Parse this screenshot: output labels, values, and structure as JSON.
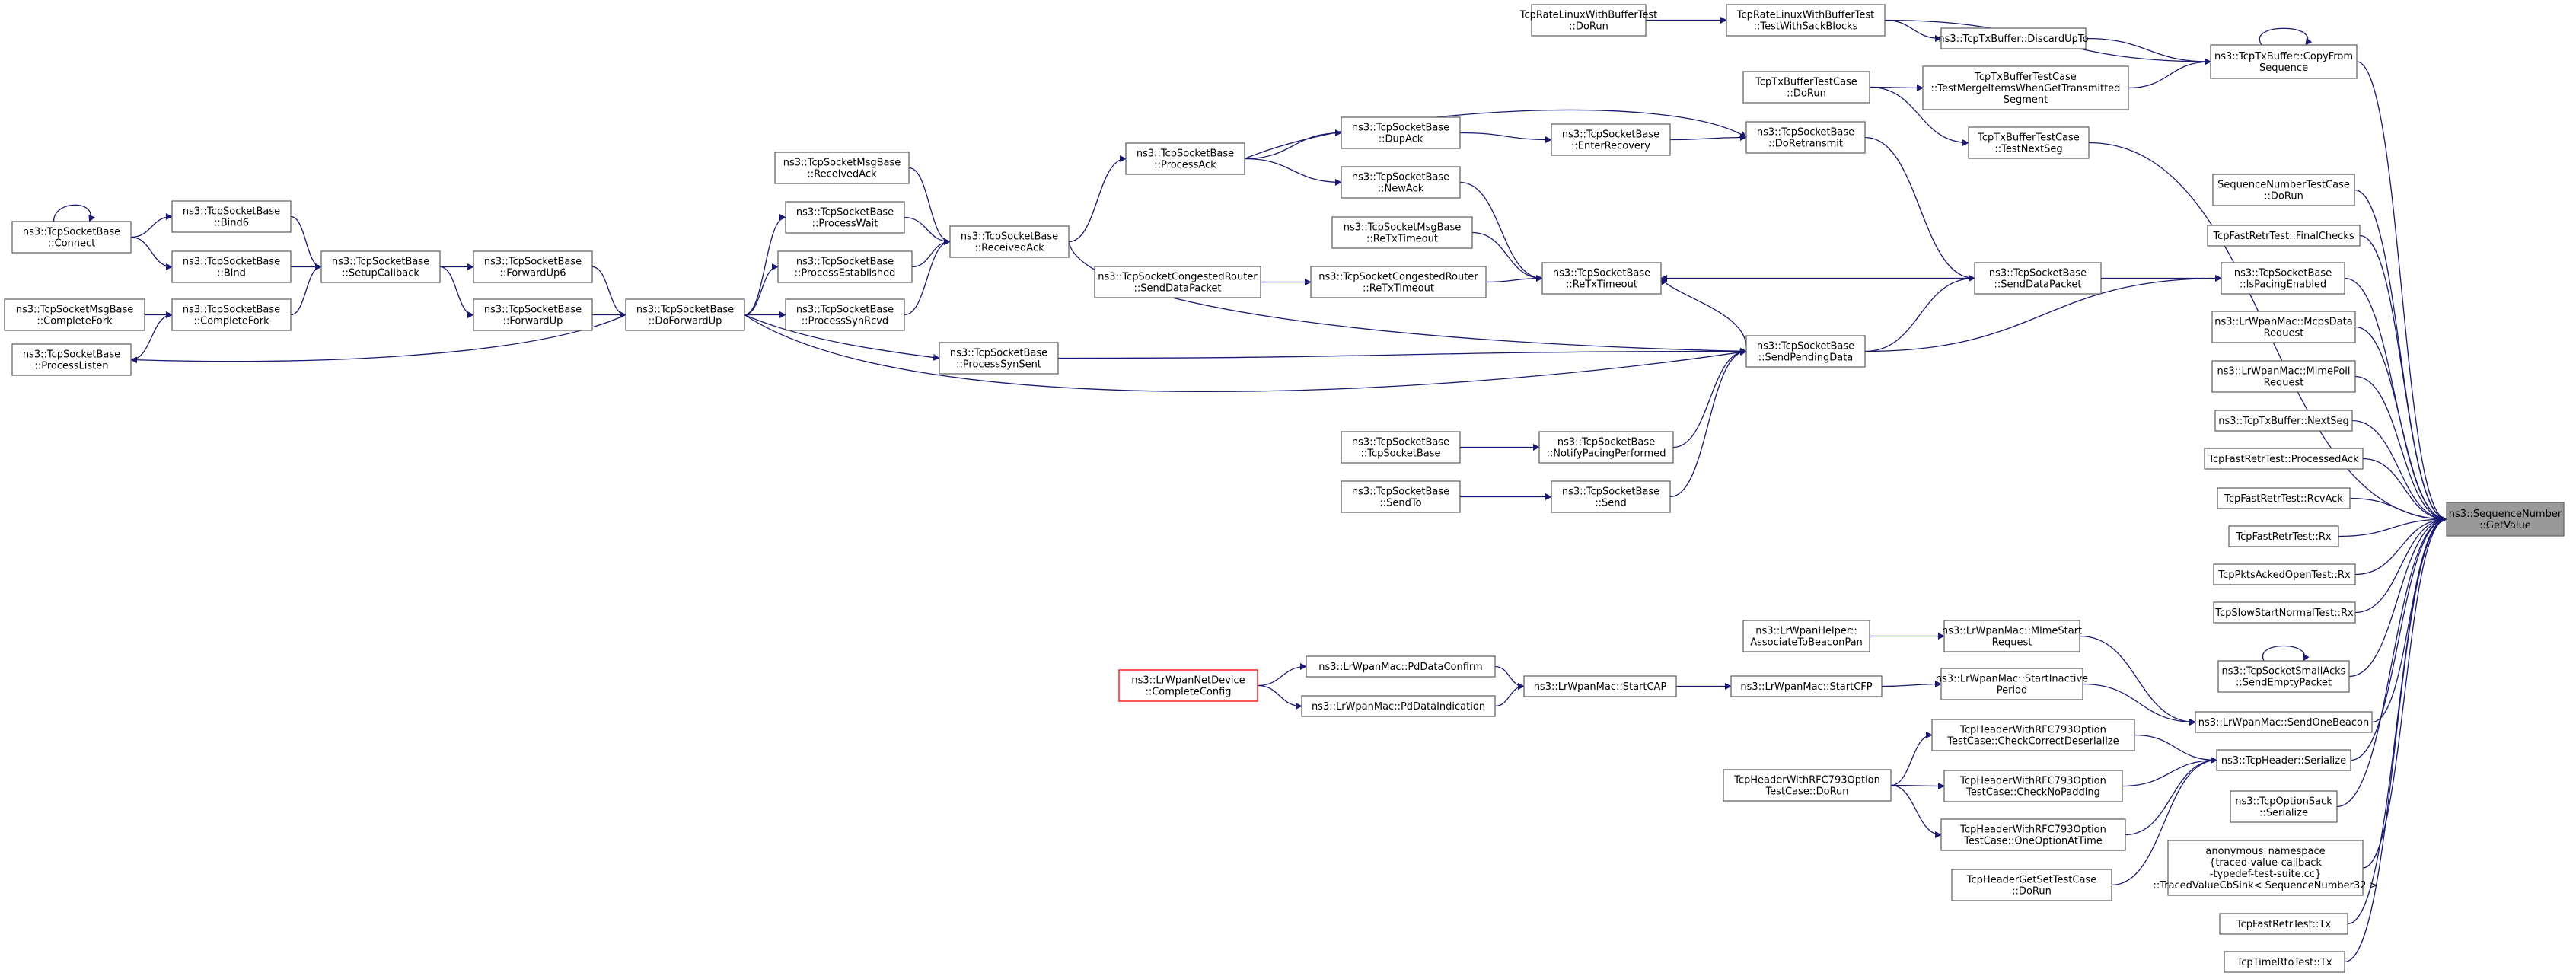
{
  "colors": {
    "edge": "#191970",
    "node_border": "#666666",
    "node_fill": "#ffffff",
    "focus_fill": "#999999",
    "focus_border": "#666666",
    "undoc_border": "#ff0000"
  },
  "nodes": [
    {
      "id": "gv",
      "lines": [
        "ns3::SequenceNumber",
        "::GetValue"
      ],
      "style": "focus"
    },
    {
      "id": "rl_dorun",
      "lines": [
        "TcpRateLinuxWithBufferTest",
        "::DoRun"
      ]
    },
    {
      "id": "rl_sack",
      "lines": [
        "TcpRateLinuxWithBufferTest",
        "::TestWithSackBlocks"
      ]
    },
    {
      "id": "txb_discard",
      "lines": [
        "ns3::TcpTxBuffer::DiscardUpTo"
      ]
    },
    {
      "id": "txb_copy",
      "lines": [
        "ns3::TcpTxBuffer::CopyFrom",
        "Sequence"
      ]
    },
    {
      "id": "tbt_dorun",
      "lines": [
        "TcpTxBufferTestCase",
        "::DoRun"
      ]
    },
    {
      "id": "tbt_merge",
      "lines": [
        "TcpTxBufferTestCase",
        "::TestMergeItemsWhenGetTransmitted",
        "Segment"
      ]
    },
    {
      "id": "tbt_next",
      "lines": [
        "TcpTxBufferTestCase",
        "::TestNextSeg"
      ]
    },
    {
      "id": "snt",
      "lines": [
        "SequenceNumberTestCase",
        "::DoRun"
      ]
    },
    {
      "id": "frt_final",
      "lines": [
        "TcpFastRetrTest::FinalChecks"
      ]
    },
    {
      "id": "ispacing",
      "lines": [
        "ns3::TcpSocketBase",
        "::IsPacingEnabled"
      ]
    },
    {
      "id": "mcps",
      "lines": [
        "ns3::LrWpanMac::McpsData",
        "Request"
      ]
    },
    {
      "id": "mlmepoll",
      "lines": [
        "ns3::LrWpanMac::MlmePoll",
        "Request"
      ]
    },
    {
      "id": "nextseg",
      "lines": [
        "ns3::TcpTxBuffer::NextSeg"
      ]
    },
    {
      "id": "frt_pack",
      "lines": [
        "TcpFastRetrTest::ProcessedAck"
      ]
    },
    {
      "id": "frt_rxack",
      "lines": [
        "TcpFastRetrTest::RcvAck"
      ]
    },
    {
      "id": "frt_rx",
      "lines": [
        "TcpFastRetrTest::Rx"
      ]
    },
    {
      "id": "pkts_rx",
      "lines": [
        "TcpPktsAckedOpenTest::Rx"
      ]
    },
    {
      "id": "ss_rx",
      "lines": [
        "TcpSlowStartNormalTest::Rx"
      ]
    },
    {
      "id": "sack_empty",
      "lines": [
        "ns3::TcpSocketSmallAcks",
        "::SendEmptyPacket"
      ]
    },
    {
      "id": "sendbeacon",
      "lines": [
        "ns3::LrWpanMac::SendOneBeacon"
      ]
    },
    {
      "id": "tcphdr_ser",
      "lines": [
        "ns3::TcpHeader::Serialize"
      ]
    },
    {
      "id": "optsack_ser",
      "lines": [
        "ns3::TcpOptionSack",
        "::Serialize"
      ]
    },
    {
      "id": "anon",
      "lines": [
        "anonymous_namespace",
        "{traced-value-callback",
        "-typedef-test-suite.cc}",
        "::TracedValueCbSink< SequenceNumber32 >"
      ]
    },
    {
      "id": "frt_tx",
      "lines": [
        "TcpFastRetrTest::Tx"
      ]
    },
    {
      "id": "rto_tx",
      "lines": [
        "TcpTimeRtoTest::Tx"
      ]
    },
    {
      "id": "senddata",
      "lines": [
        "ns3::TcpSocketBase",
        "::SendDataPacket"
      ]
    },
    {
      "id": "sendpending",
      "lines": [
        "ns3::TcpSocketBase",
        "::SendPendingData"
      ]
    },
    {
      "id": "doretx",
      "lines": [
        "ns3::TcpSocketBase",
        "::DoRetransmit"
      ]
    },
    {
      "id": "retxto",
      "lines": [
        "ns3::TcpSocketBase",
        "::ReTxTimeout"
      ]
    },
    {
      "id": "enterrec",
      "lines": [
        "ns3::TcpSocketBase",
        "::EnterRecovery"
      ]
    },
    {
      "id": "dupack",
      "lines": [
        "ns3::TcpSocketBase",
        "::DupAck"
      ]
    },
    {
      "id": "newack",
      "lines": [
        "ns3::TcpSocketBase",
        "::NewAck"
      ]
    },
    {
      "id": "msg_retx",
      "lines": [
        "ns3::TcpSocketMsgBase",
        "::ReTxTimeout"
      ]
    },
    {
      "id": "cong_retx",
      "lines": [
        "ns3::TcpSocketCongestedRouter",
        "::ReTxTimeout"
      ]
    },
    {
      "id": "cong_send",
      "lines": [
        "ns3::TcpSocketCongestedRouter",
        "::SendDataPacket"
      ]
    },
    {
      "id": "processack",
      "lines": [
        "ns3::TcpSocketBase",
        "::ProcessAck"
      ]
    },
    {
      "id": "recvack",
      "lines": [
        "ns3::TcpSocketBase",
        "::ReceivedAck"
      ]
    },
    {
      "id": "msg_recvack",
      "lines": [
        "ns3::TcpSocketMsgBase",
        "::ReceivedAck"
      ]
    },
    {
      "id": "pwait",
      "lines": [
        "ns3::TcpSocketBase",
        "::ProcessWait"
      ]
    },
    {
      "id": "pest",
      "lines": [
        "ns3::TcpSocketBase",
        "::ProcessEstablished"
      ]
    },
    {
      "id": "psynrcvd",
      "lines": [
        "ns3::TcpSocketBase",
        "::ProcessSynRcvd"
      ]
    },
    {
      "id": "psynsent",
      "lines": [
        "ns3::TcpSocketBase",
        "::ProcessSynSent"
      ]
    },
    {
      "id": "dofwd",
      "lines": [
        "ns3::TcpSocketBase",
        "::DoForwardUp"
      ]
    },
    {
      "id": "fwd6",
      "lines": [
        "ns3::TcpSocketBase",
        "::ForwardUp6"
      ]
    },
    {
      "id": "fwd",
      "lines": [
        "ns3::TcpSocketBase",
        "::ForwardUp"
      ]
    },
    {
      "id": "setupcb",
      "lines": [
        "ns3::TcpSocketBase",
        "::SetupCallback"
      ]
    },
    {
      "id": "bind6",
      "lines": [
        "ns3::TcpSocketBase",
        "::Bind6"
      ]
    },
    {
      "id": "bind",
      "lines": [
        "ns3::TcpSocketBase",
        "::Bind"
      ]
    },
    {
      "id": "connect",
      "lines": [
        "ns3::TcpSocketBase",
        "::Connect"
      ]
    },
    {
      "id": "compfork",
      "lines": [
        "ns3::TcpSocketBase",
        "::CompleteFork"
      ]
    },
    {
      "id": "msg_compfork",
      "lines": [
        "ns3::TcpSocketMsgBase",
        "::CompleteFork"
      ]
    },
    {
      "id": "plisten",
      "lines": [
        "ns3::TcpSocketBase",
        "::ProcessListen"
      ]
    },
    {
      "id": "notify",
      "lines": [
        "ns3::TcpSocketBase",
        "::NotifyPacingPerformed"
      ]
    },
    {
      "id": "ctor",
      "lines": [
        "ns3::TcpSocketBase",
        "::TcpSocketBase"
      ]
    },
    {
      "id": "send",
      "lines": [
        "ns3::TcpSocketBase",
        "::Send"
      ]
    },
    {
      "id": "sendto",
      "lines": [
        "ns3::TcpSocketBase",
        "::SendTo"
      ]
    },
    {
      "id": "helper",
      "lines": [
        "ns3::LrWpanHelper::",
        "AssociateToBeaconPan"
      ]
    },
    {
      "id": "mlmestart",
      "lines": [
        "ns3::LrWpanMac::MlmeStart",
        "Request"
      ]
    },
    {
      "id": "startinactive",
      "lines": [
        "ns3::LrWpanMac::StartInactive",
        "Period"
      ]
    },
    {
      "id": "startcfp",
      "lines": [
        "ns3::LrWpanMac::StartCFP"
      ]
    },
    {
      "id": "startcap",
      "lines": [
        "ns3::LrWpanMac::StartCAP"
      ]
    },
    {
      "id": "pdconfirm",
      "lines": [
        "ns3::LrWpanMac::PdDataConfirm"
      ]
    },
    {
      "id": "pdind",
      "lines": [
        "ns3::LrWpanMac::PdDataIndication"
      ]
    },
    {
      "id": "netdev",
      "lines": [
        "ns3::LrWpanNetDevice",
        "::CompleteConfig"
      ],
      "style": "undoc"
    },
    {
      "id": "hdr_deser",
      "lines": [
        "TcpHeaderWithRFC793Option",
        "TestCase::CheckCorrectDeserialize"
      ]
    },
    {
      "id": "hdr_nopad",
      "lines": [
        "TcpHeaderWithRFC793Option",
        "TestCase::CheckNoPadding"
      ]
    },
    {
      "id": "hdr_one",
      "lines": [
        "TcpHeaderWithRFC793Option",
        "TestCase::OneOptionAtTime"
      ]
    },
    {
      "id": "hdr_dorun",
      "lines": [
        "TcpHeaderWithRFC793Option",
        "TestCase::DoRun"
      ]
    },
    {
      "id": "hdrget",
      "lines": [
        "TcpHeaderGetSetTestCase",
        "::DoRun"
      ]
    }
  ]
}
